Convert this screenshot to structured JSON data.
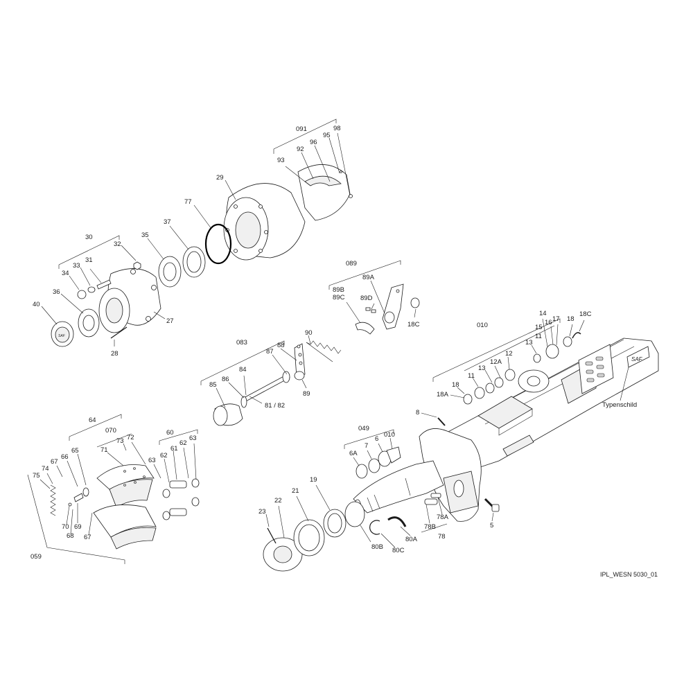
{
  "labels": {
    "l091": "091",
    "l98": "98",
    "l95": "95",
    "l96": "96",
    "l92": "92",
    "l93": "93",
    "l29": "29",
    "l77": "77",
    "l37": "37",
    "l35": "35",
    "l30": "30",
    "l32": "32",
    "l33": "33",
    "l31": "31",
    "l34": "34",
    "l36": "36",
    "l40": "40",
    "l27": "27",
    "l28": "28",
    "l089": "089",
    "l89A": "89A",
    "l89B": "89B",
    "l89C": "89C",
    "l89D": "89D",
    "l18C_a": "18C",
    "l083": "083",
    "l88": "88",
    "l87": "87",
    "l90": "90",
    "l86": "86",
    "l84": "84",
    "l85": "85",
    "l89": "89",
    "l8182": "81 / 82",
    "l010_a": "010",
    "l14": "14",
    "l15": "15",
    "l16": "16",
    "l17": "17",
    "l11_a": "11",
    "l18_a": "18",
    "l18C_b": "18C",
    "l13_a": "13",
    "l13_b": "13",
    "l12A": "12A",
    "l12": "12",
    "l11_b": "11",
    "l18_b": "18",
    "l18A": "18A",
    "lTypenschild": "Typenschild",
    "lSAF": "SAF",
    "l8": "8",
    "l049": "049",
    "l7": "7",
    "l6": "6",
    "l010_b": "010",
    "l6A": "6A",
    "l64": "64",
    "l070": "070",
    "l73": "73",
    "l72": "72",
    "l60": "60",
    "l66": "66",
    "l65": "65",
    "l71": "71",
    "l62_a": "62",
    "l61": "61",
    "l62_b": "62",
    "l63_a": "63",
    "l63_b": "63",
    "l67_a": "67",
    "l74": "74",
    "l75": "75",
    "l70": "70",
    "l69": "69",
    "l68": "68",
    "l67_b": "67",
    "l059": "059",
    "l19": "19",
    "l21": "21",
    "l22": "22",
    "l23": "23",
    "l80B": "80B",
    "l80C": "80C",
    "l80A": "80A",
    "l78B": "78B",
    "l78A": "78A",
    "l78": "78",
    "l5": "5",
    "caption": "IPL_WESN 5030_01"
  }
}
